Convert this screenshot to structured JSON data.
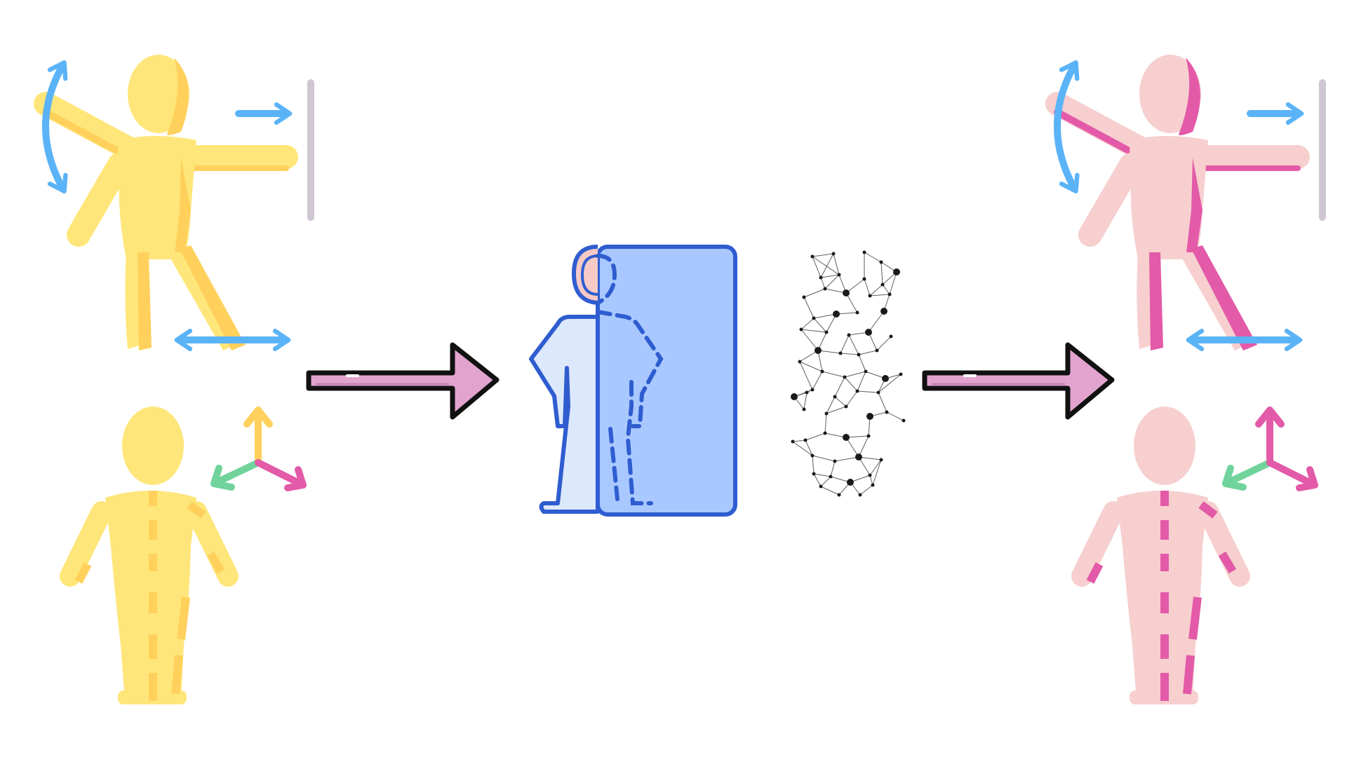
{
  "diagram": {
    "stages": [
      {
        "id": "source-figures",
        "fill": "#ffe67a",
        "shade": "#ffd15c"
      },
      {
        "id": "mirror-model",
        "outline": "#2f5dd0",
        "panel": "#a9c8ff",
        "body": "#dce8fb",
        "face": "#f7c9c7"
      },
      {
        "id": "point-network",
        "color": "#1a1a1a"
      },
      {
        "id": "target-figures",
        "fill": "#f7cfcf",
        "shade": "#e35aa8"
      }
    ],
    "arrows": [
      {
        "from": "source-figures",
        "to": "mirror-model"
      },
      {
        "from": "point-network",
        "to": "target-figures"
      }
    ],
    "colors": {
      "flow_arrow_fill": "#e2a4cf",
      "flow_arrow_outline": "#111111",
      "motion_arrow": "#5bb3f7",
      "axis_up_source": "#ffd15c",
      "axis_up_target": "#e35aa8",
      "axis_left": "#6fd39b",
      "axis_right": "#e35aa8",
      "wall": "#cfc6d2"
    },
    "icons": [
      "pose-figure-icon",
      "body-segments-figure-icon",
      "axes-icon",
      "mirror-silhouette-icon",
      "point-cloud-icon",
      "flow-arrow-icon"
    ]
  }
}
